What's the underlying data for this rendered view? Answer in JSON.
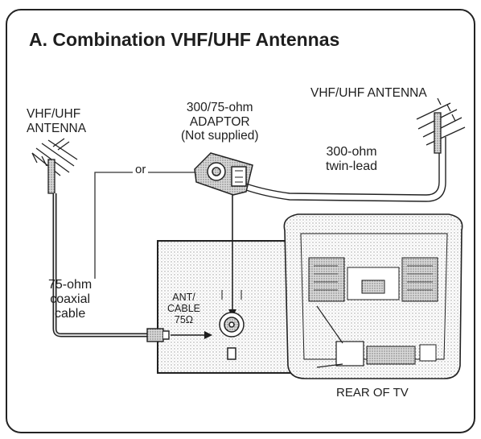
{
  "diagram": {
    "title": "A. Combination VHF/UHF Antennas",
    "left_antenna_label": [
      "VHF/UHF",
      "ANTENNA"
    ],
    "right_antenna_label": "VHF/UHF ANTENNA",
    "adaptor_label": [
      "300/75-ohm",
      "ADAPTOR",
      "(Not supplied)"
    ],
    "twinlead_label": [
      "300-ohm",
      "twin-lead"
    ],
    "or_label": "or",
    "coax_label": [
      "75-ohm",
      "coaxial",
      "cable"
    ],
    "ant_terminal_label": [
      "ANT/",
      "CABLE",
      "75Ω"
    ],
    "rear_label": "REAR OF TV"
  },
  "colors": {
    "line": "#1e1e1e",
    "stipple": "#bdbdbd",
    "paper": "#ffffff"
  }
}
